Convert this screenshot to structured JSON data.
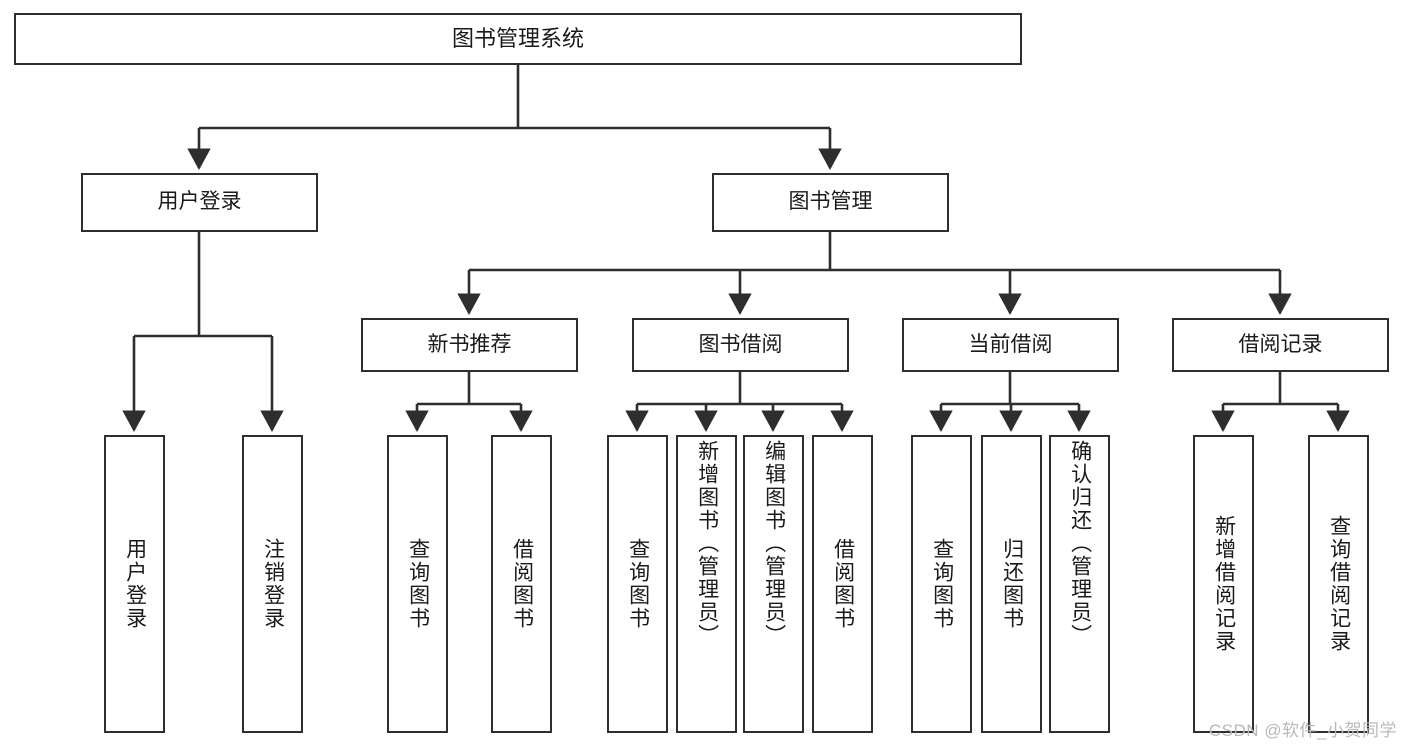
{
  "diagram": {
    "title": "图书管理系统",
    "watermark": "CSDN @软件_小贺同学",
    "colors": {
      "stroke": "#2e2e2e",
      "background": "#ffffff",
      "text": "#1a1a1a",
      "watermark": "#b9b9b9"
    },
    "nodes": {
      "root": {
        "label": "图书管理系统"
      },
      "level1": [
        {
          "label": "用户登录"
        },
        {
          "label": "图书管理"
        }
      ],
      "level2": [
        {
          "label": "新书推荐"
        },
        {
          "label": "图书借阅"
        },
        {
          "label": "当前借阅"
        },
        {
          "label": "借阅记录"
        }
      ],
      "leaves_user_login": [
        {
          "label": "用户登录"
        },
        {
          "label": "注销登录"
        }
      ],
      "leaves_new_books": [
        {
          "label": "查询图书"
        },
        {
          "label": "借阅图书"
        }
      ],
      "leaves_borrow": [
        {
          "label": "查询图书"
        },
        {
          "label": "新增图书（管理员）"
        },
        {
          "label": "编辑图书（管理员）"
        },
        {
          "label": "借阅图书"
        }
      ],
      "leaves_current": [
        {
          "label": "查询图书"
        },
        {
          "label": "归还图书"
        },
        {
          "label": "确认归还（管理员）"
        }
      ],
      "leaves_records": [
        {
          "label": "新增借阅记录"
        },
        {
          "label": "查询借阅记录"
        }
      ]
    }
  }
}
